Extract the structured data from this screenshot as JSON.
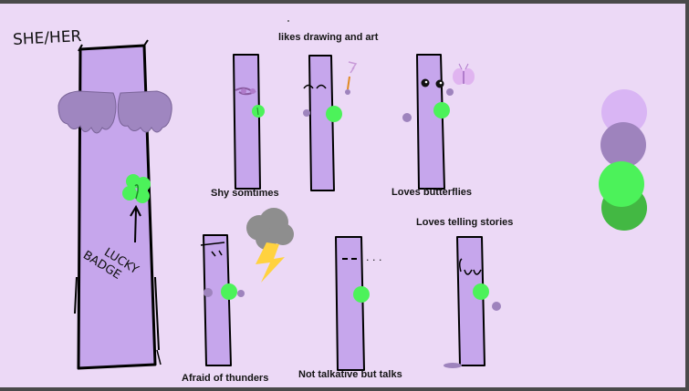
{
  "pronouns": "SHE/HER",
  "badge_label": "LUCKY BADGE",
  "badge_label_top": "LUCKY",
  "badge_label_bottom": "BADGE",
  "speech_dots": ". . .",
  "traits": [
    "likes drawing and art",
    "Shy somtimes",
    "Loves butterflies",
    "Loves telling stories",
    "Afraid of thunders",
    "Not talkative but talks"
  ],
  "palette": [
    "#d9b5f4",
    "#9e83bd",
    "#4cf25a",
    "#43b843"
  ],
  "colors": {
    "background": "#ecd9f6",
    "body": "#c6a6ec",
    "hair": "#9f86c0",
    "badge": "#4cf25a",
    "cloud": "#8e8e8e",
    "lightning": "#ffd23f"
  }
}
